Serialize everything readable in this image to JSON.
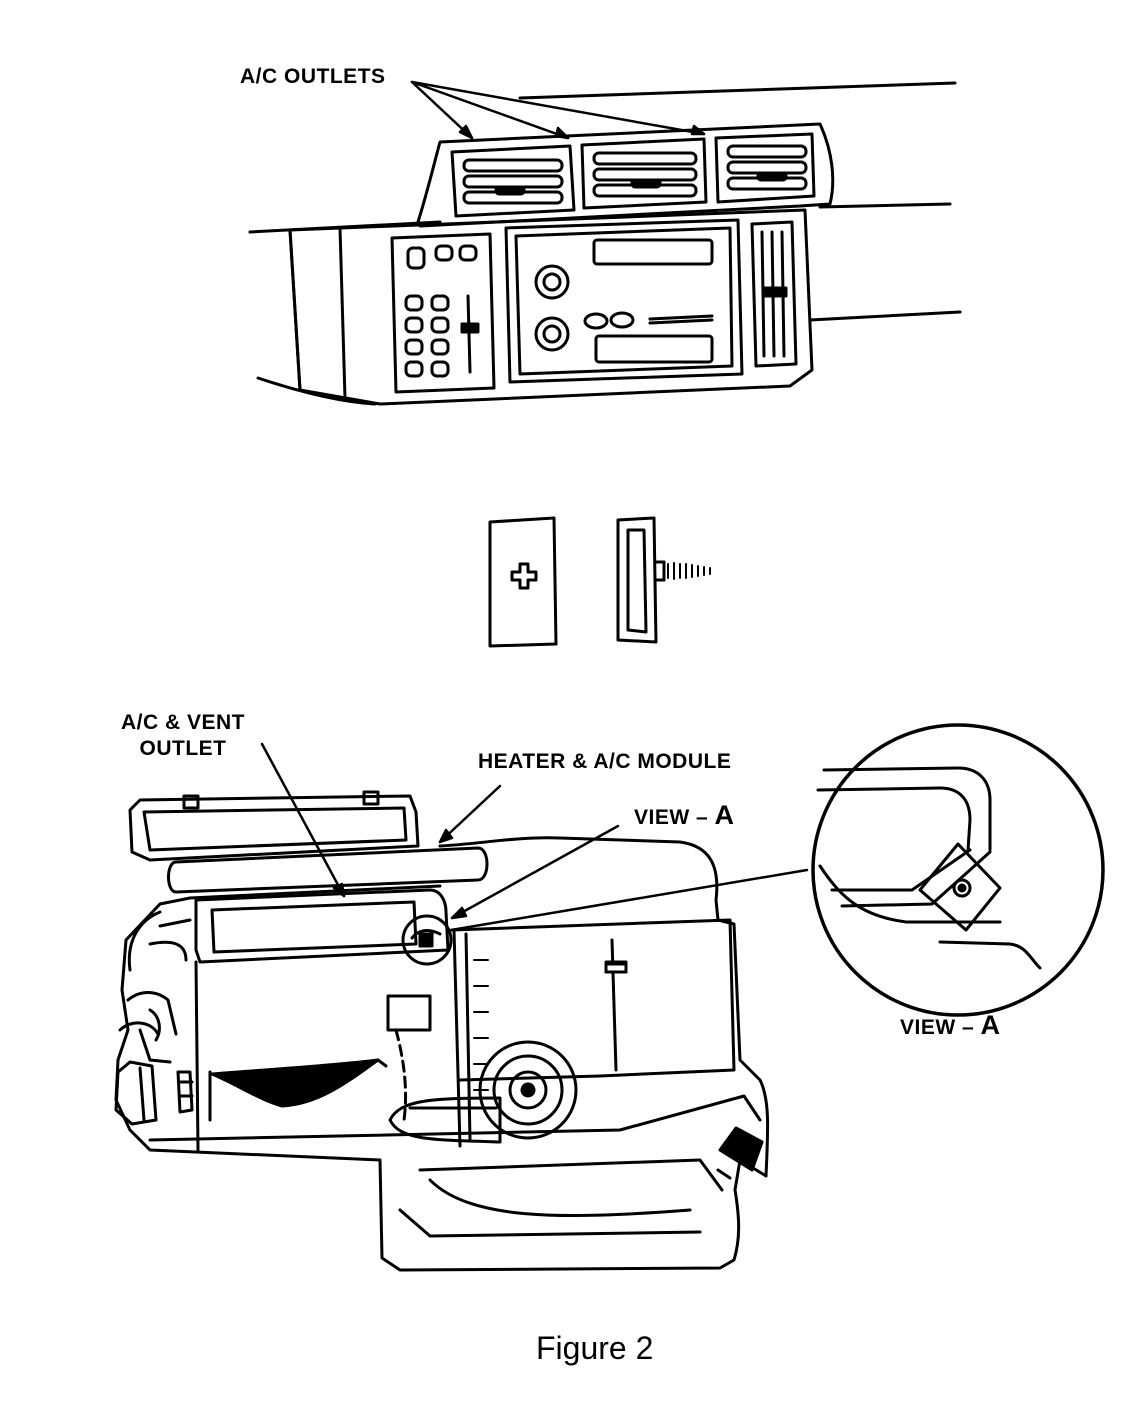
{
  "labels": {
    "ac_outlets": "A/C OUTLETS",
    "ac_vent_outlet_line1": "A/C & VENT",
    "ac_vent_outlet_line2": "OUTLET",
    "heater_module": "HEATER & A/C MODULE",
    "view_a_prefix": "VIEW –",
    "view_a_letter": "A"
  },
  "caption": "Figure 2"
}
